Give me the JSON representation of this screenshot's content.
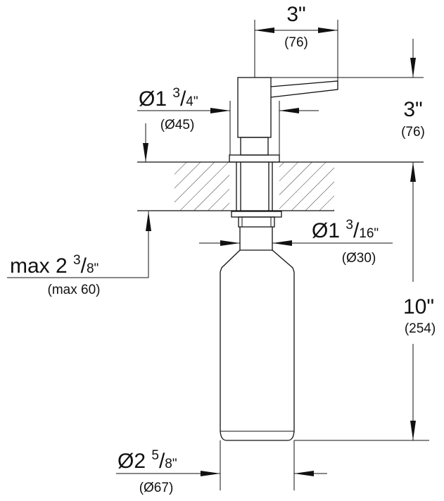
{
  "dimensions": {
    "spout_reach": {
      "inch": "3\"",
      "mm": "(76)"
    },
    "head_height": {
      "inch": "3\"",
      "mm": "(76)"
    },
    "head_diameter": {
      "prefix": "Ø1 ",
      "num": "3",
      "den": "4\"",
      "mm": "(Ø45)"
    },
    "shank_diameter": {
      "prefix": "Ø1 ",
      "num": "3",
      "den": "16\"",
      "mm": "(Ø30)"
    },
    "max_counter": {
      "prefix": "max 2 ",
      "num": "3",
      "den": "8\"",
      "mm": "(max 60)"
    },
    "bottle_depth": {
      "inch": "10\"",
      "mm": "(254)"
    },
    "bottle_diameter": {
      "prefix": "Ø2 ",
      "num": "5",
      "den": "8\"",
      "mm": "(Ø67)"
    }
  }
}
